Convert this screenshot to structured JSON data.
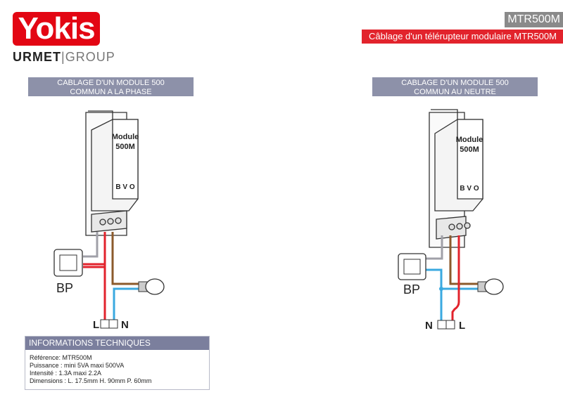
{
  "header": {
    "logo_text": "Yokis",
    "group_left": "URMET",
    "group_right": "GROUP",
    "model": "MTR500M",
    "subtitle": "Câblage d'un télérupteur modulaire MTR500M"
  },
  "diagrams": [
    {
      "title_line1": "CABLAGE D'UN MODULE 500",
      "title_line2": "COMMUN A LA PHASE",
      "module_line1": "Module",
      "module_line2": "500M",
      "terminals": "B V O",
      "switch_label": "BP",
      "left_label": "L",
      "right_label": "N"
    },
    {
      "title_line1": "CABLAGE D'UN MODULE 500",
      "title_line2": "COMMUN AU NEUTRE",
      "module_line1": "Module",
      "module_line2": "500M",
      "terminals": "B V O",
      "switch_label": "BP",
      "left_label": "N",
      "right_label": "L"
    }
  ],
  "info": {
    "title": "INFORMATIONS TECHNIQUES",
    "lines": [
      "Référence: MTR500M",
      "Puissance : mini 5VA maxi 500VA",
      "Intensité : 1.3A maxi 2.2A",
      "Dimensions : L. 17.5mm H. 90mm P. 60mm"
    ]
  },
  "colors": {
    "red": "#e2232c",
    "blue": "#3aa9e0",
    "brown": "#8b5a2b",
    "gray": "#a0a0a8",
    "header": "#8d91a9"
  }
}
